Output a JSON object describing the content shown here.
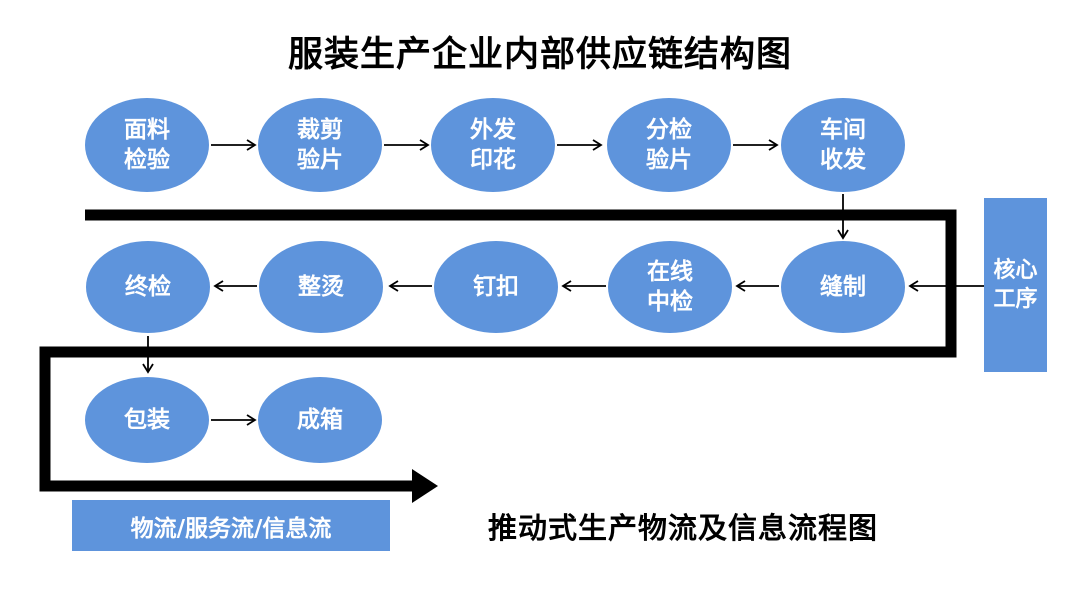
{
  "title": "服装生产企业内部供应链结构图",
  "caption": "推动式生产物流及信息流程图",
  "legend": {
    "label": "物流/服务流/信息流"
  },
  "side_box": {
    "label": "核心\n工序"
  },
  "nodes": {
    "top_row": [
      "面料\n检验",
      "裁剪\n验片",
      "外发\n印花",
      "分检\n验片",
      "车间\n收发"
    ],
    "middle_row": [
      "终检",
      "整烫",
      "钉扣",
      "在线\n中检",
      "缝制"
    ],
    "bottom_row": [
      "包装",
      "成箱"
    ]
  },
  "flows": [
    "面料检验 → 裁剪验片 → 外发印花 → 分检验片 → 车间收发",
    "车间收发 → 缝制",
    "缝制 → 在线中检 → 钉扣 → 整烫 → 终检",
    "核心工序 → 缝制",
    "终检 → 包装",
    "包装 → 成箱"
  ],
  "colors": {
    "node_fill": "#5E94DC",
    "node_text": "#FFFFFF",
    "line": "#000000",
    "background": "#FFFFFF"
  }
}
